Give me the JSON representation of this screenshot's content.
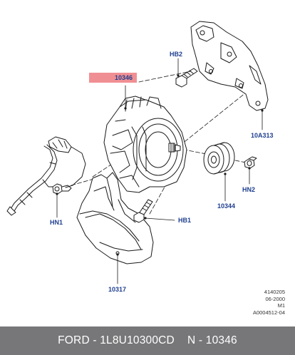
{
  "callouts": {
    "hb2": "HB2",
    "part_10346": "10346",
    "part_10a313": "10A313",
    "hn2": "HN2",
    "part_10344": "10344",
    "hn1": "HN1",
    "hb1": "HB1",
    "part_10317": "10317"
  },
  "meta": {
    "line1": "4140205",
    "line2": "06-2000",
    "line3": "M1",
    "line4": "A0004512-04"
  },
  "footer": {
    "text": "FORD - 1L8U10300CD    N - 10346"
  },
  "colors": {
    "callout": "#1f3f8f",
    "highlight": "#f08f93",
    "footer_bg": "#777779",
    "line": "#1a1a1a"
  }
}
